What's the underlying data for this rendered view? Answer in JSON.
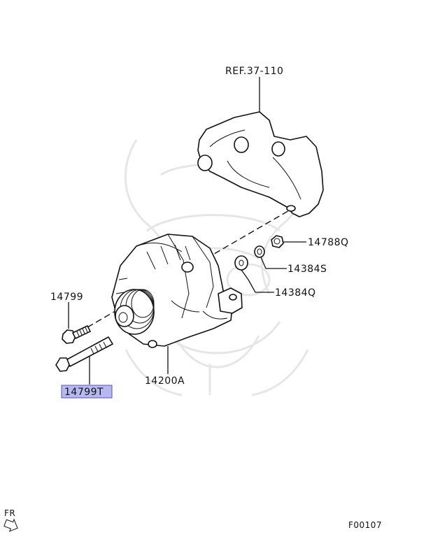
{
  "diagram": {
    "reference_label": "REF.37-110",
    "parts": [
      {
        "id": "p1",
        "number": "14788Q"
      },
      {
        "id": "p2",
        "number": "14384S"
      },
      {
        "id": "p3",
        "number": "14384Q"
      },
      {
        "id": "p4",
        "number": "14799"
      },
      {
        "id": "p5",
        "number": "14799T",
        "highlighted": true
      },
      {
        "id": "p6",
        "number": "14200A"
      }
    ],
    "orientation_label": "FR",
    "figure_code": "F00107"
  },
  "colors": {
    "highlight_fill": "#b8b8f0",
    "highlight_border": "#5656c4",
    "line": "#111111",
    "watermark": "#e4e4e4"
  }
}
